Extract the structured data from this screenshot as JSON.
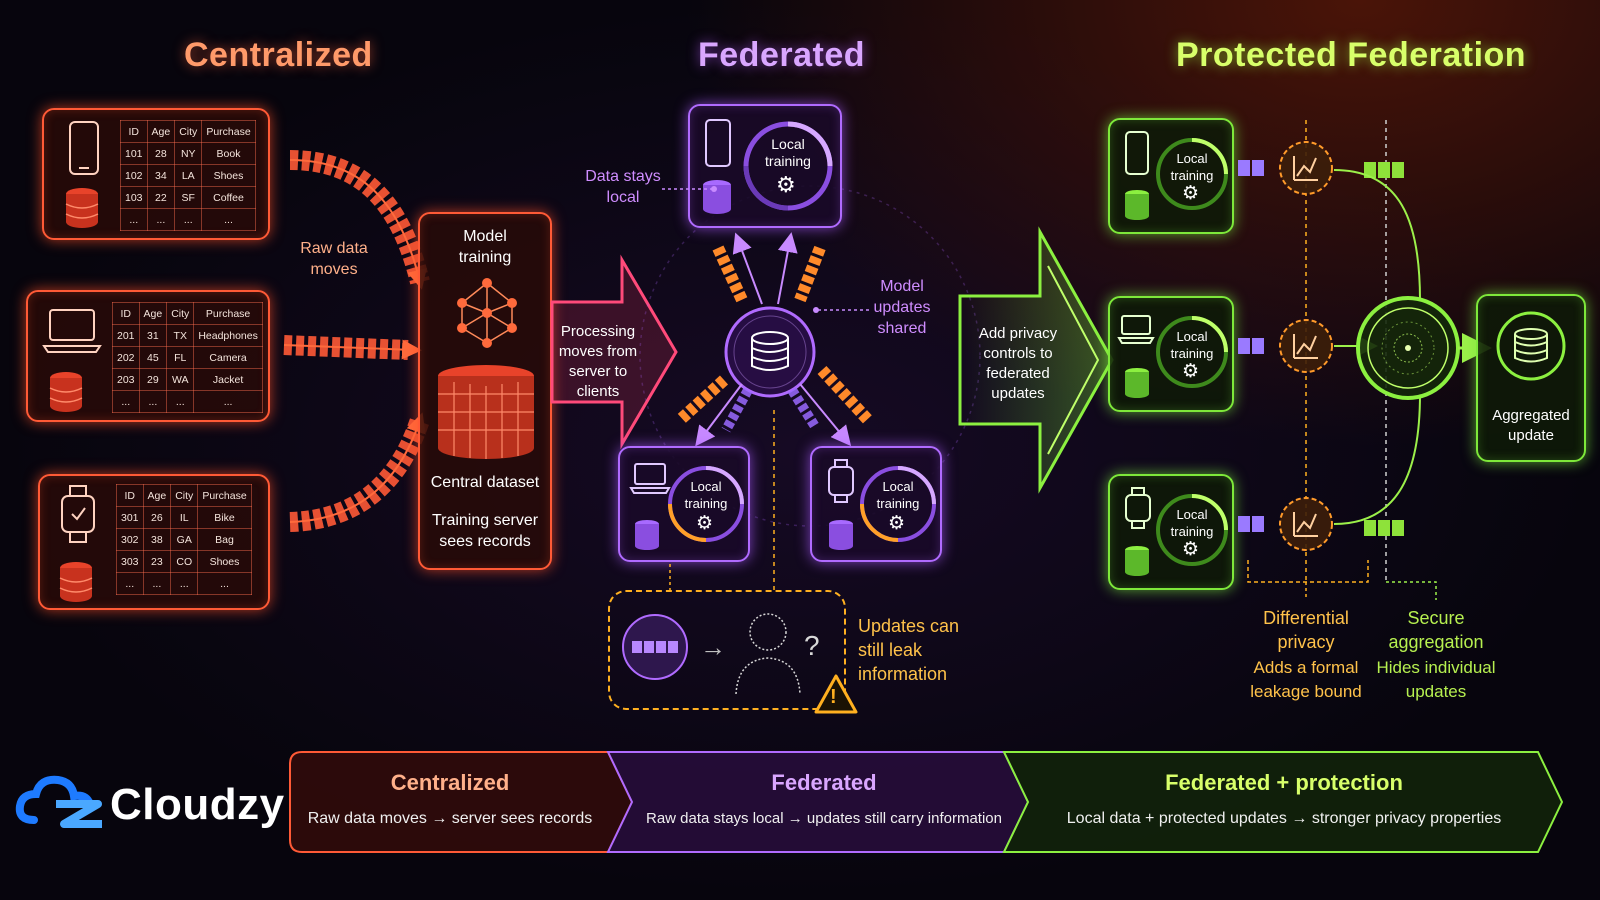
{
  "titles": {
    "centralized": "Centralized",
    "federated": "Federated",
    "protected": "Protected Federation"
  },
  "tables": [
    {
      "device": "phone-icon",
      "header": [
        "ID",
        "Age",
        "City",
        "Purchase"
      ],
      "rows": [
        [
          "101",
          "28",
          "NY",
          "Book"
        ],
        [
          "102",
          "34",
          "LA",
          "Shoes"
        ],
        [
          "103",
          "22",
          "SF",
          "Coffee"
        ],
        [
          "...",
          "...",
          "...",
          "..."
        ]
      ]
    },
    {
      "device": "laptop-icon",
      "header": [
        "ID",
        "Age",
        "City",
        "Purchase"
      ],
      "rows": [
        [
          "201",
          "31",
          "TX",
          "Headphones"
        ],
        [
          "202",
          "45",
          "FL",
          "Camera"
        ],
        [
          "203",
          "29",
          "WA",
          "Jacket"
        ],
        [
          "...",
          "...",
          "...",
          "..."
        ]
      ]
    },
    {
      "device": "watch-icon",
      "header": [
        "ID",
        "Age",
        "City",
        "Purchase"
      ],
      "rows": [
        [
          "301",
          "26",
          "IL",
          "Bike"
        ],
        [
          "302",
          "38",
          "GA",
          "Bag"
        ],
        [
          "303",
          "23",
          "CO",
          "Shoes"
        ],
        [
          "...",
          "...",
          "...",
          "..."
        ]
      ]
    }
  ],
  "centralized": {
    "raw_data_moves": "Raw data\nmoves",
    "model_training": "Model\ntraining",
    "central_dataset": "Central dataset",
    "server_sees": "Training server\nsees records",
    "processing_moves": "Processing\nmoves from\nserver to\nclients"
  },
  "federated": {
    "data_stays_local": "Data stays\nlocal",
    "model_updates_shared": "Model\nupdates\nshared",
    "local_training": "Local\ntraining",
    "updates_leak": "Updates can\nstill leak\ninformation",
    "question_mark": "?",
    "warning_mark": "!"
  },
  "protected": {
    "add_privacy": "Add privacy\ncontrols to\nfederated\nupdates",
    "local_training": "Local\ntraining",
    "aggregated_update": "Aggregated\nupdate",
    "dp_title": "Differential\nprivacy",
    "dp_sub": "Adds a formal\nleakage bound",
    "sa_title": "Secure\naggregation",
    "sa_sub": "Hides individual\nupdates"
  },
  "bottom": {
    "logo": "Cloudzy",
    "seg1_title": "Centralized",
    "seg1_sub": "Raw data moves → server sees records",
    "seg2_title": "Federated",
    "seg2_sub": "Raw data stays local → updates still carry information",
    "seg3_title": "Federated + protection",
    "seg3_sub": "Local data + protected updates → stronger privacy properties"
  },
  "colors": {
    "centralized_accent": "#ff5a36",
    "federated_accent": "#b06bff",
    "protected_accent": "#7ee83a",
    "warning": "#ffb020",
    "logo_blue": "#1e7bff"
  }
}
